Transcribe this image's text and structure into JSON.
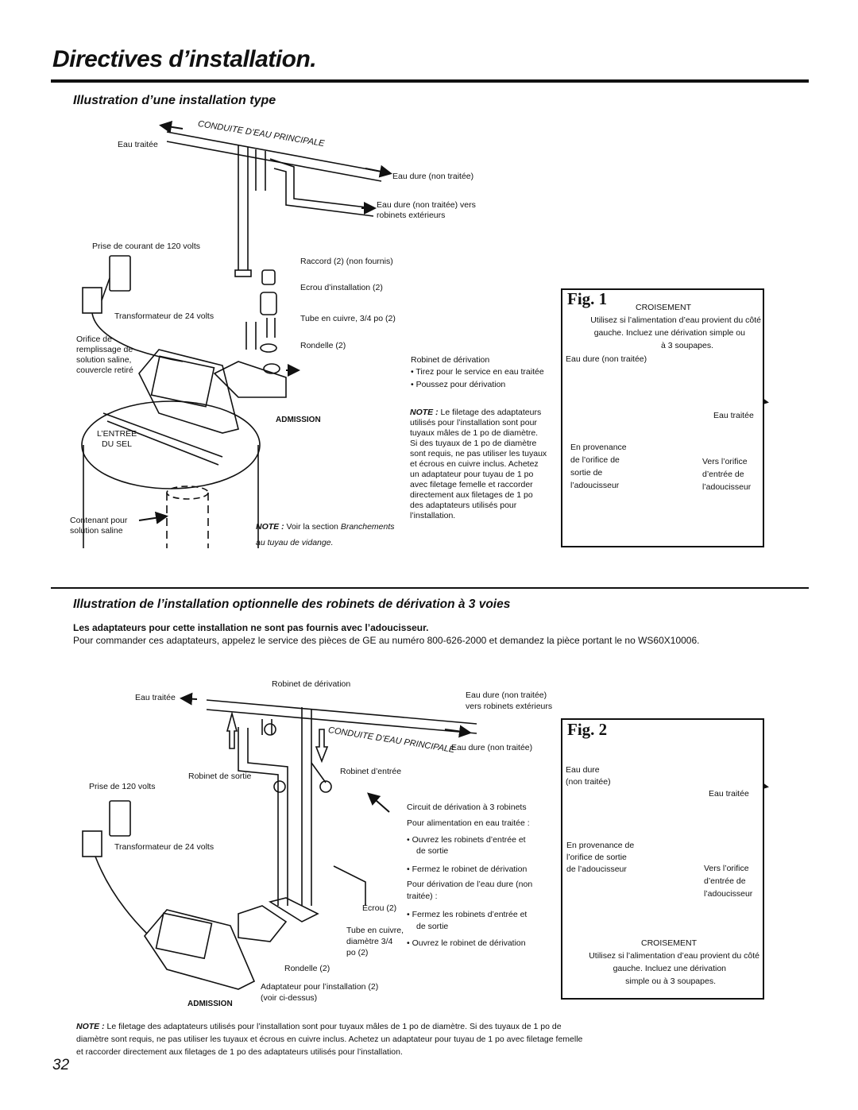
{
  "page": {
    "title": "Directives d’installation.",
    "page_number": "32"
  },
  "section1": {
    "heading": "Illustration d’une installation type",
    "pipe_label": "CONDUITE D’EAU PRINCIPALE",
    "treated_water": "Eau traitée",
    "hard_water": "Eau dure (non traitée)",
    "hard_water_outdoor": "Eau dure (non traitée) vers robinets extérieurs",
    "outlet": "Prise de courant de 120 volts",
    "fittings": "Raccord (2) (non fournis)",
    "nut": "Ecrou d’installation (2)",
    "transformer": "Transformateur de 24 volts",
    "copper_tube": "Tube en cuivre, 3/4 po (2)",
    "orifice_lines": [
      "Orifice de",
      "remplissage de",
      "solution saline,",
      "couvercle retiré"
    ],
    "washer": "Rondelle (2)",
    "bypass_valve": "Robinet de dérivation",
    "bypass_pull": "Tirez pour le service en eau traitée",
    "bypass_push": "Poussez pour dérivation",
    "inlet": "ADMISSION",
    "salt_entry_lines": [
      "L’ENTRÉE",
      "DU SEL"
    ],
    "brine_tank_lines": [
      "Contenant pour",
      "solution saline"
    ],
    "note_prefix": "NOTE :",
    "note_threads_lines": [
      "Le filetage des adaptateurs",
      "utilisés pour l’installation sont pour",
      "tuyaux mâles de 1 po de diamètre.",
      "Si des tuyaux de 1 po de diamètre",
      "sont requis, ne pas utiliser les tuyaux",
      "et écrous en cuivre inclus. Achetez",
      "un adaptateur pour tuyau de 1 po",
      "avec filetage femelle et raccorder",
      "directement aux filetages de 1 po",
      "des adaptateurs utilisés pour",
      "l’installation."
    ],
    "note_drain_text": "Voir la section",
    "note_drain_italic_1": "Branchements",
    "note_drain_italic_2": "au tuyau de vidange."
  },
  "fig1": {
    "label": "Fig. 1",
    "crossover": "CROISEMENT",
    "crossover_desc_lines": [
      "Utilisez si l’alimentation d’eau provient du côté",
      "gauche. Incluez une dérivation simple ou",
      "à 3 soupapes."
    ],
    "hard_water": "Eau dure (non traitée)",
    "treated": "Eau traitée",
    "from_lines": [
      "En provenance",
      "de l’orifice de",
      "sortie de",
      "l’adoucisseur"
    ],
    "to_lines": [
      "Vers l’orifice",
      "d’entrée de",
      "l’adoucisseur"
    ]
  },
  "section2": {
    "heading": "Illustration de l’installation optionnelle des robinets de dérivation à 3 voies",
    "subheading": "Les adaptateurs pour cette installation ne sont pas fournis avec l’adoucisseur.",
    "paragraph": "Pour commander ces adaptateurs, appelez le service des pièces de GE au numéro 800-626-2000 et demandez la pièce portant le no WS60X10006.",
    "bypass_valve": "Robinet de dérivation",
    "treated": "Eau traitée",
    "hard_outdoor_lines": [
      "Eau dure (non traitée)",
      "vers robinets extérieurs"
    ],
    "pipe_label": "CONDUITE D’EAU PRINCIPALE",
    "hard_water": "Eau dure (non traitée)",
    "outlet_valve": "Robinet de sortie",
    "inlet_valve": "Robinet d’entrée",
    "outlet": "Prise de 120 volts",
    "transformer": "Transformateur de 24 volts",
    "circuit_title": "Circuit de dérivation à 3 robinets",
    "treated_feed": "Pour alimentation en eau traitée :",
    "open_valves_lines": [
      "Ouvrez les robinets d’entrée et",
      "de sortie"
    ],
    "close_bypass": "Fermez le robinet de dérivation",
    "hard_bypass_lines": [
      "Pour dérivation de l’eau dure (non",
      "traitée) :"
    ],
    "close_valves_lines": [
      "Fermez les robinets d’entrée et",
      "de sortie"
    ],
    "open_bypass": "Ouvrez le robinet de dérivation",
    "nut": "Écrou (2)",
    "copper_lines": [
      "Tube en cuivre,",
      "diamètre 3/4",
      "po (2)"
    ],
    "washer": "Rondelle  (2)",
    "adapter_lines": [
      "Adaptateur pour l’installation (2)",
      "(voir ci-dessus)"
    ],
    "inlet": "ADMISSION"
  },
  "fig2": {
    "label": "Fig. 2",
    "hard_lines": [
      "Eau dure",
      "(non traitée)"
    ],
    "treated": "Eau traitée",
    "from_lines": [
      "En provenance de",
      "l’orifice de sortie",
      "de l’adoucisseur"
    ],
    "to_lines": [
      "Vers l’orifice",
      "d’entrée de",
      "l’adoucisseur"
    ],
    "crossover": "CROISEMENT",
    "crossover_desc_lines": [
      "Utilisez si l’alimentation d’eau provient du côté",
      "gauche. Incluez une dérivation",
      "simple ou à 3 soupapes."
    ]
  },
  "bottom_note": {
    "prefix": "NOTE :",
    "text": "Le filetage des adaptateurs utilisés pour l’installation sont pour tuyaux mâles de 1 po de diamètre. Si des tuyaux de 1 po de diamètre sont requis, ne pas utiliser les tuyaux et écrous en cuivre inclus. Achetez un adaptateur pour tuyau de 1 po avec filetage femelle et raccorder directement aux filetages de 1 po des adaptateurs utilisés pour l’installation."
  }
}
